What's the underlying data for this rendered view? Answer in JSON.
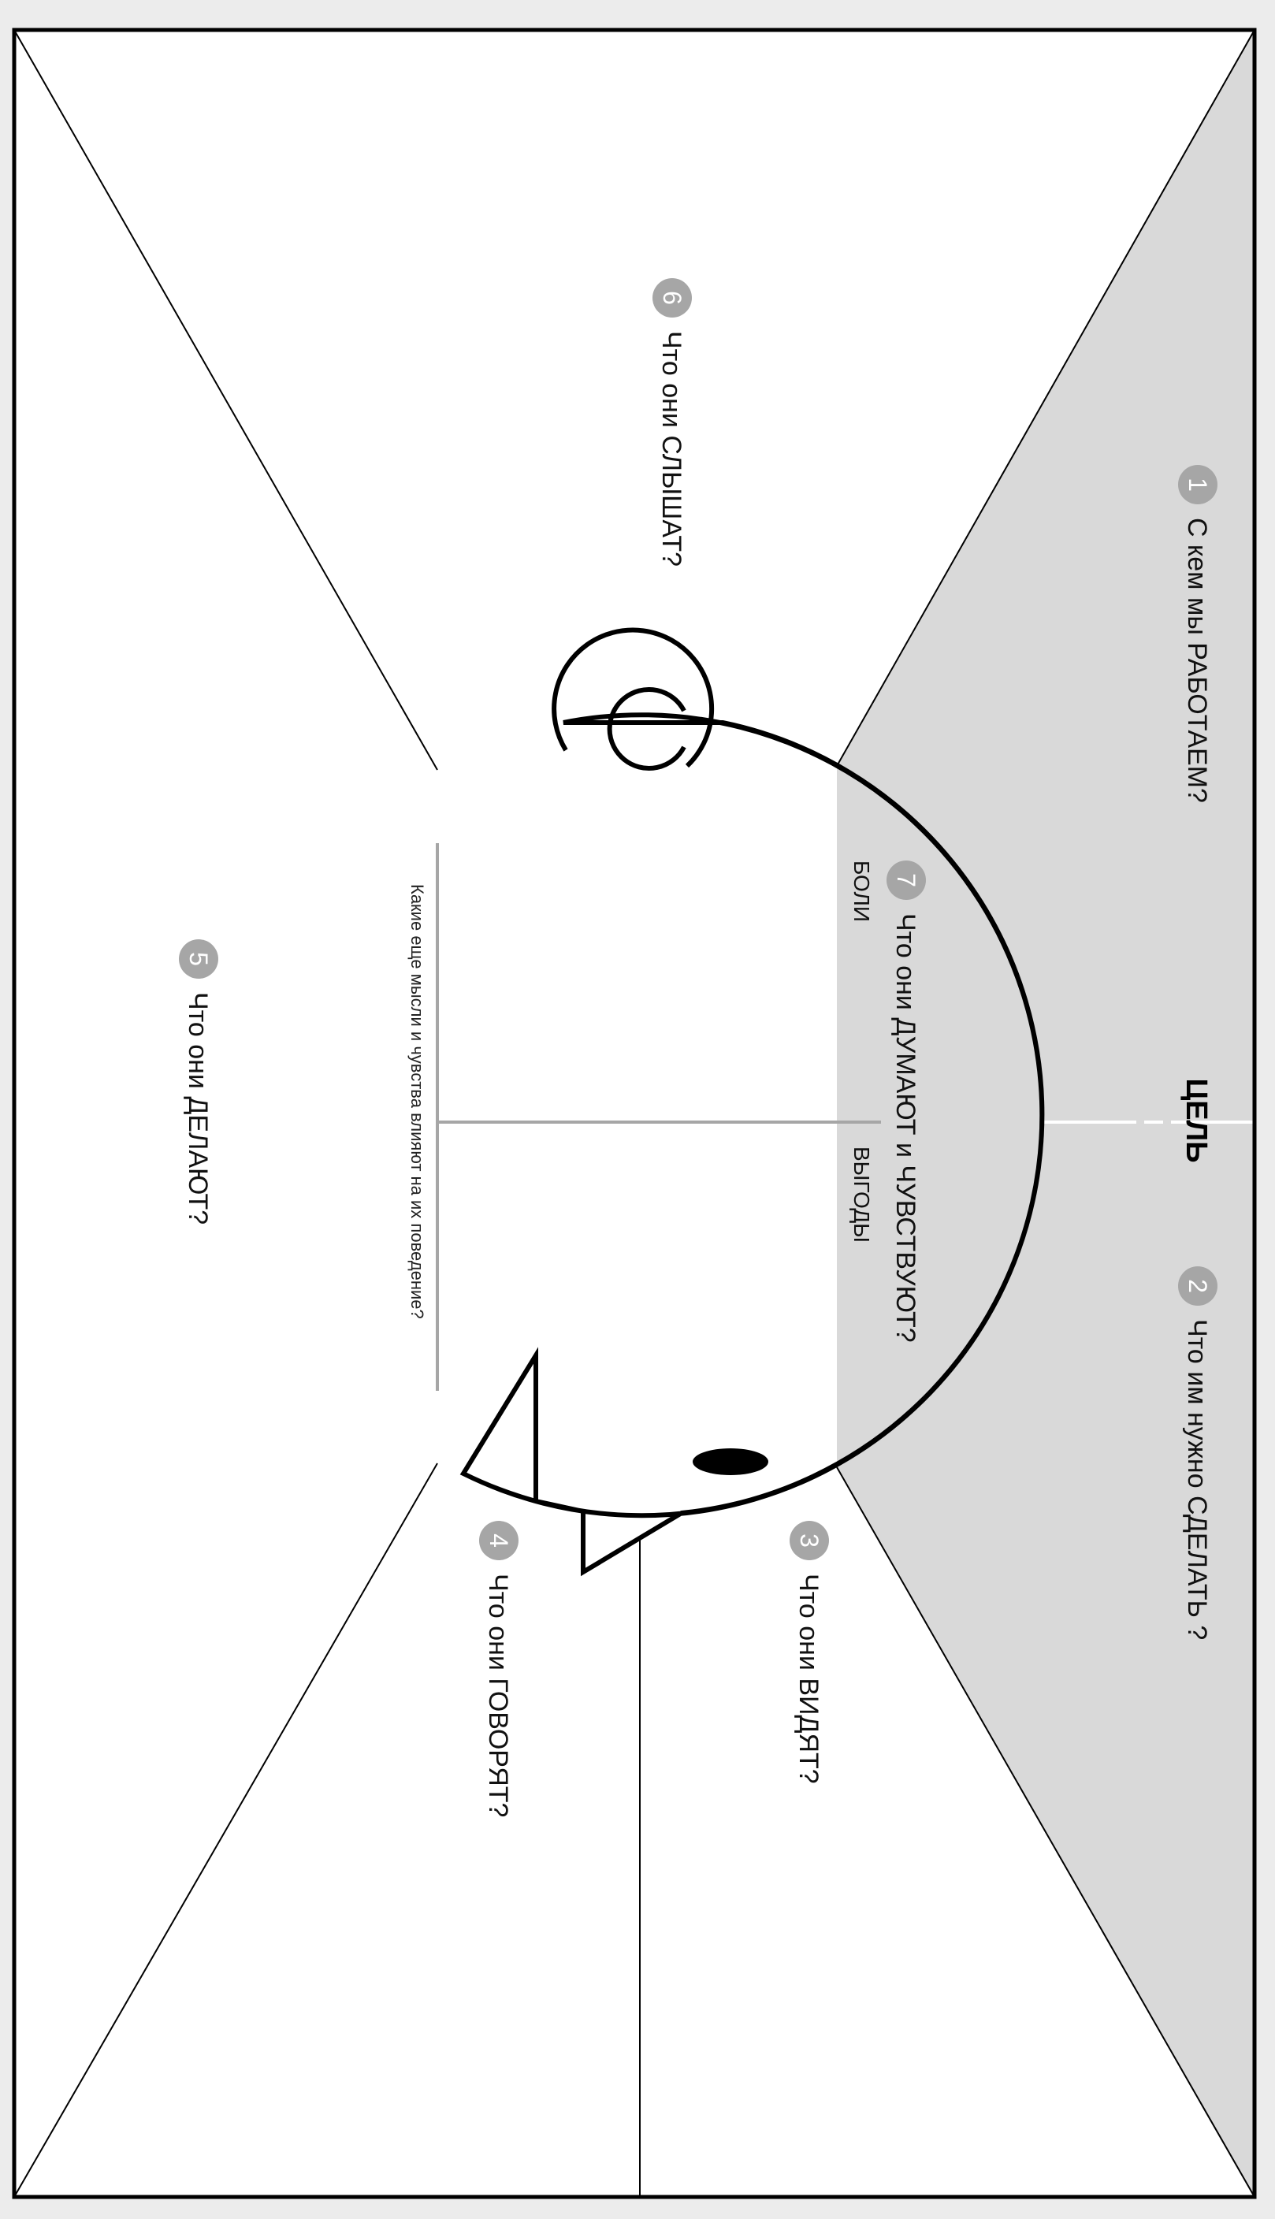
{
  "colors": {
    "shaded_area": "#d9d9d9",
    "badge": "#a6a6a6",
    "outline": "#000000",
    "divider": "#a6a6a6",
    "page_background": "#ffffff"
  },
  "goal": {
    "label": "ЦЕЛЬ"
  },
  "sections": [
    {
      "number": "1",
      "question": "С кем мы РАБОТАЕМ?"
    },
    {
      "number": "2",
      "question": "Что им нужно СДЕЛАТЬ ?"
    },
    {
      "number": "3",
      "question": "Что они ВИДЯТ?"
    },
    {
      "number": "4",
      "question": "Что они ГОВОРЯТ?"
    },
    {
      "number": "5",
      "question": "Что они ДЕЛАЮТ?"
    },
    {
      "number": "6",
      "question": "Что они СЛЫШАТ?"
    },
    {
      "number": "7",
      "question": "Что они ДУМАЮТ и ЧУВСТВУЮТ?"
    }
  ],
  "head": {
    "pains_label": "БОЛИ",
    "gains_label": "ВЫГОДЫ",
    "prompt": "Какие еще мысли и чувства влияют на их поведение?"
  }
}
